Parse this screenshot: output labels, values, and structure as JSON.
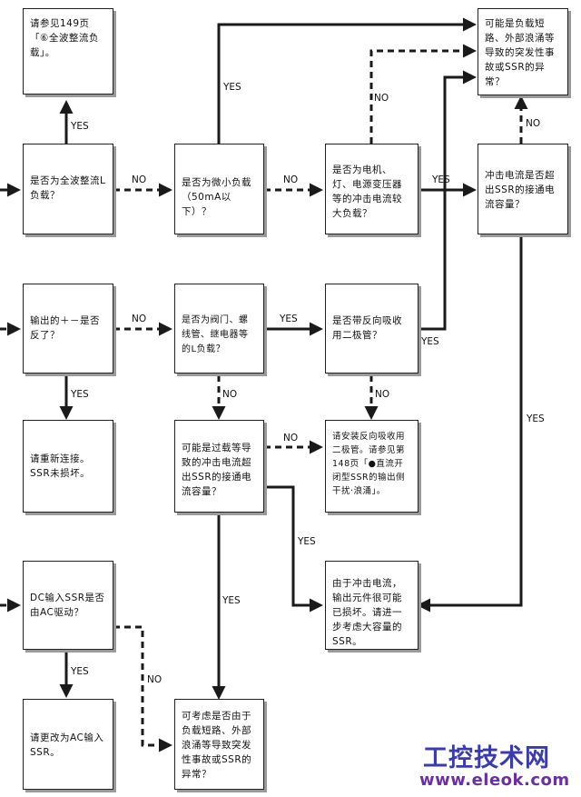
{
  "boxes": {
    "see_149": "请参见149页「⑥全波整流负载」。",
    "full_wave_q": "是否为全波整流L负载？",
    "micro_load_q": "是否为微小负载（50mA以下）？",
    "motor_lamp_q": "是否为电机、灯、电源变压器等的冲击电流较大负载？",
    "inrush_exceed_q": "冲击电流是否超出SSR的接通电流容量？",
    "possible_surge_top": "可能是负载短路、外部浪涌等导致的突发性事故或SSR的异常？",
    "output_reversed_q": "输出的＋－是否反了？",
    "valve_solenoid_q": "是否为阀门、螺线管、继电器等的L负载？",
    "reverse_diode_q": "是否带反向吸收用二极管？",
    "reconnect": "请重新连接。SSR未损坏。",
    "overload_possible": "可能是过载等导致的冲击电流超出SSR的接通电流容量？",
    "install_diode": "请安装反向吸收用二极管。请参见第148页「●直流开闭型SSR的输出侧干扰·浪涌」。",
    "damaged_element": "由于冲击电流，输出元件很可能已损坏。请进一步考虑大容量的SSR。",
    "dc_input_ac_q": "DC输入SSR是否由AC驱动？",
    "change_ac_input": "请更改为AC输入SSR。",
    "consider_surge_bottom": "可考虑是否由于负载短路、外部浪涌等导致突发性事故或SSR的异常？"
  },
  "labels": {
    "yes": "YES",
    "no": "NO"
  },
  "watermark": {
    "title": "工控技术网",
    "url": "www.eleok.com"
  },
  "colors": {
    "line": "#1a1a1a",
    "shadow": "#9a9a9a",
    "watermark_title": "#3b3bb0",
    "watermark_url": "#6b2fa5"
  }
}
